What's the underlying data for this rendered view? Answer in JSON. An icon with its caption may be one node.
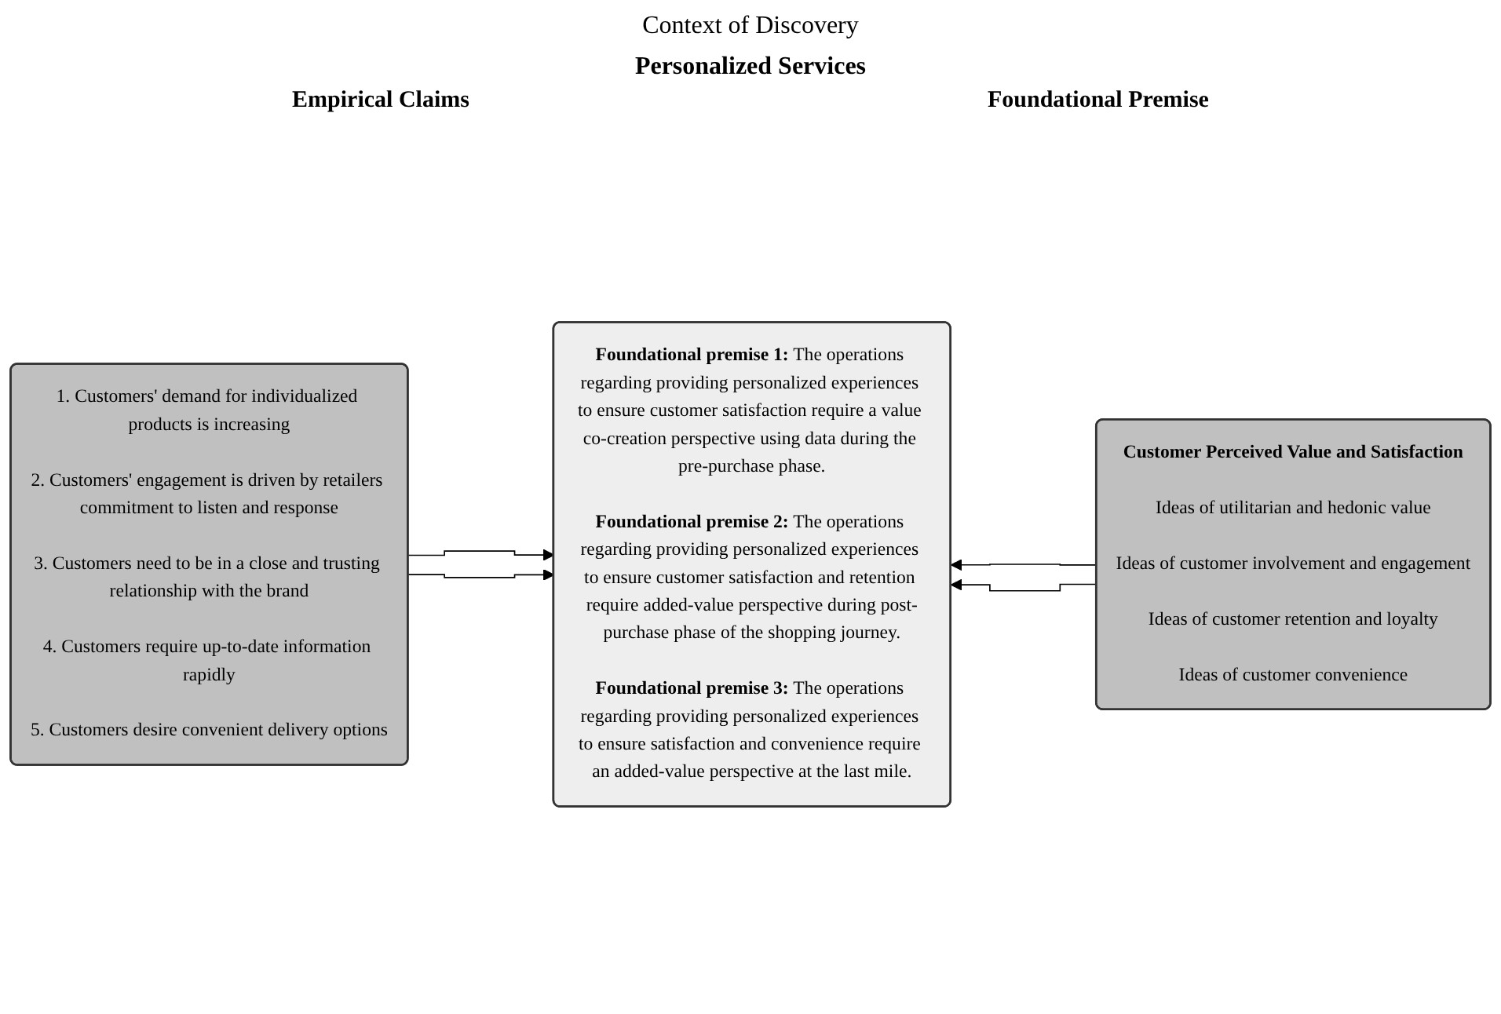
{
  "diagram": {
    "title": "Context of Discovery",
    "nodes": [
      {
        "text": [
          "1. Customers' demand for individualized products is increasing",
          "2. Customers' engagement is driven by retailers commitment to listen and response",
          "3. Customers need to be in a close and trusting relationship with the brand",
          "4. Customers require up-to-date information rapidly",
          "5. Customers desire convenient delivery options"
        ]
      },
      {
        "text": [
          "**Foundational premise 1:** The operations regarding providing personalized experiences to ensure customer satisfaction require a value co-creation perspective using data during the pre-purchase phase.",
          "**Foundational premise 2:** The operations regarding providing personalized experiences to ensure customer satisfaction and retention require added-value perspective during post-purchase phase of the shopping journey.",
          "**Foundational premise 3:** The operations regarding providing personalized experiences to ensure satisfaction and convenience require an added-value perspective at the last mile."
        ]
      },
      {
        "text": [
          "Customer Perceived Value and Satisfaction",
          "Ideas of utilitarian and hedonic value",
          "Ideas of customer involvement and engagement",
          "Ideas of customer retention and loyalty",
          "Ideas of customer convenience"
        ]
      }
    ],
    "edges": [
      {
        "from": 0,
        "to": 1,
        "arrow": "to"
      },
      {
        "from": 2,
        "to": 1,
        "arrow": "to"
      },
      {
        "from": 0,
        "to": 1,
        "arrow": "to"
      },
      {
        "from": 2,
        "to": 1,
        "arrow": "to"
      }
    ],
    "labels": [
      "Personalized Services",
      "Empirical Claims",
      "Foundational Premise"
    ]
  }
}
